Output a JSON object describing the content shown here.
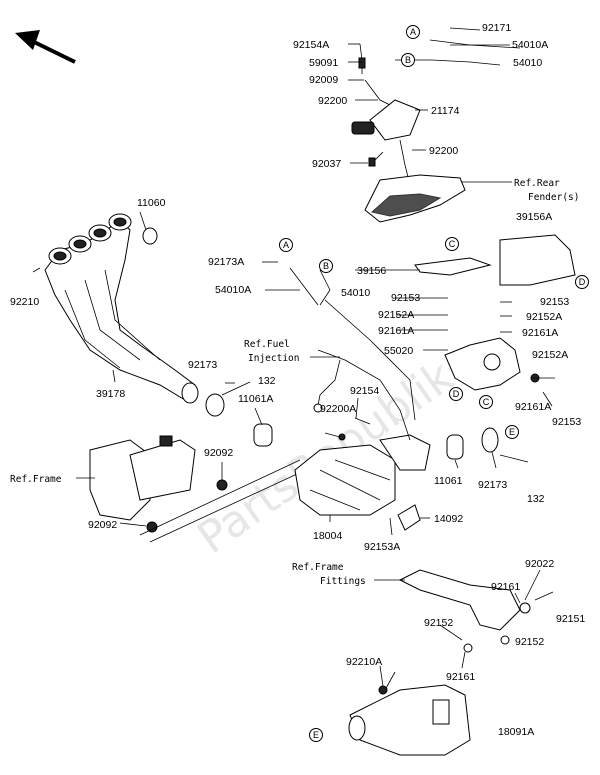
{
  "watermark": "PartsRepublik",
  "part_labels": {
    "p92171": "92171",
    "p92154A": "92154A",
    "p54010A_top": "54010A",
    "p59091": "59091",
    "p54010_top": "54010",
    "p92009": "92009",
    "p92200_top": "92200",
    "p21174": "21174",
    "p92037": "92037",
    "p92200_mid": "92200",
    "p11060": "11060",
    "p39156A": "39156A",
    "p92173A": "92173A",
    "p39156": "39156",
    "p54010A_mid": "54010A",
    "p54010_mid": "54010",
    "p92153_a": "92153",
    "p92153_b": "92153",
    "p92210": "92210",
    "p92152A_a": "92152A",
    "p92152A_b": "92152A",
    "p92161A_a": "92161A",
    "p92161A_b": "92161A",
    "p55020": "55020",
    "p92152A_c": "92152A",
    "p92173_a": "92173",
    "p132_a": "132",
    "p39178": "39178",
    "p11061A": "11061A",
    "p92154": "92154",
    "p92161A_c": "92161A",
    "p92153_c": "92153",
    "p92200A": "92200A",
    "p92092_a": "92092",
    "p11061": "11061",
    "p92173_b": "92173",
    "p132_b": "132",
    "p92092_b": "92092",
    "p18004": "18004",
    "p14092": "14092",
    "p92153A": "92153A",
    "p92022": "92022",
    "p92161_a": "92161",
    "p92151": "92151",
    "p92152_a": "92152",
    "p92152_b": "92152",
    "p92210A": "92210A",
    "p92161_b": "92161",
    "p18091A": "18091A"
  },
  "ref_labels": {
    "rear_fender_1": "Ref.Rear",
    "rear_fender_2": "Fender(s)",
    "fuel_1": "Ref.Fuel",
    "fuel_2": "Injection",
    "frame": "Ref.Frame",
    "frame_fittings_1": "Ref.Frame",
    "frame_fittings_2": "Fittings"
  },
  "callout_letters": {
    "A_top": "A",
    "B_top": "B",
    "A_mid": "A",
    "B_mid": "B",
    "C_mid": "C",
    "D_right": "D",
    "D_bracket": "D",
    "C_bracket": "C",
    "E_right": "E",
    "E_bottom": "E"
  },
  "colors": {
    "ink": "#000000",
    "background": "#ffffff"
  }
}
